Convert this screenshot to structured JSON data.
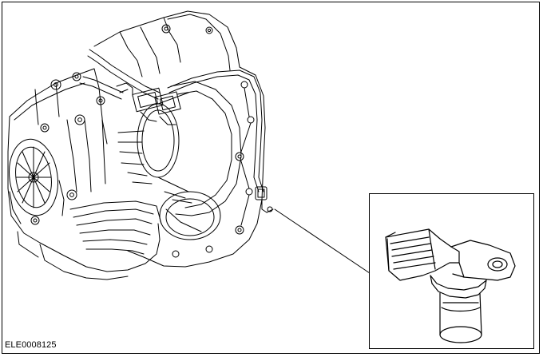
{
  "figure": {
    "reference_code": "ELE0008125",
    "subject": "transaxle-with-speed-sensor",
    "detail_subject": "speed-sensor-detail"
  },
  "colors": {
    "line": "#000000",
    "background": "#ffffff"
  }
}
